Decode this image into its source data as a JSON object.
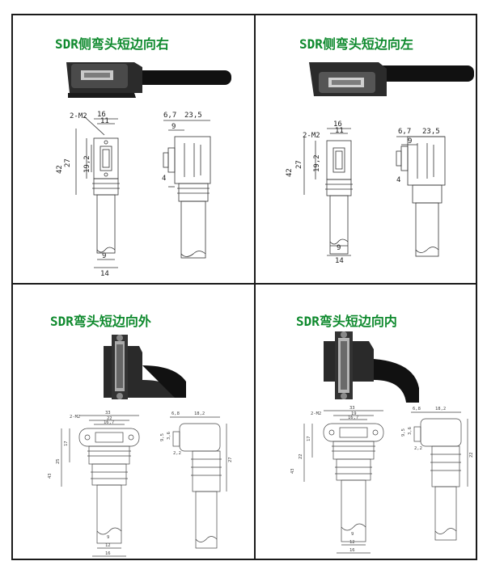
{
  "panels": {
    "top_left": {
      "title": "SDR侧弯头短边向右",
      "dims": {
        "d16": "16",
        "d11": "11",
        "m2": "2-M2",
        "d27": "27",
        "d192": "19,2",
        "d42": "42",
        "d9": "9",
        "d14": "14",
        "d67": "6,7",
        "d235": "23,5",
        "s9": "9",
        "d4": "4"
      }
    },
    "top_right": {
      "title": "SDR侧弯头短边向左",
      "dims": {
        "d16": "16",
        "d11": "11",
        "m2": "2-M2",
        "d27": "27",
        "d192": "19,2",
        "d42": "42",
        "d9": "9",
        "d14": "14",
        "d67": "6,7",
        "d235": "23,5",
        "s9": "9",
        "d4": "4"
      }
    },
    "bottom_left": {
      "title": "SDR弯头短边向外",
      "dims": {
        "m2": "2-M2",
        "w1": "33",
        "w2": "22",
        "w3": "16,7",
        "h1": "17",
        "h2": "25",
        "h3": "43",
        "w4": "9",
        "w5": "12",
        "w6": "16",
        "s1": "6,8",
        "s2": "18,2",
        "s3": "9,5",
        "s4": "3,6",
        "s5": "2,2",
        "s6": "27"
      }
    },
    "bottom_right": {
      "title": "SDR弯头短边向内",
      "dims": {
        "m2": "2-M2",
        "w1": "33",
        "w2": "19",
        "w3": "16,7",
        "h1": "17",
        "h2": "22",
        "h3": "43",
        "w4": "9",
        "w5": "12",
        "w6": "16",
        "s1": "6,8",
        "s2": "18,2",
        "s3": "9,5",
        "s4": "3,6",
        "s5": "2,2",
        "s6": "22"
      }
    }
  }
}
